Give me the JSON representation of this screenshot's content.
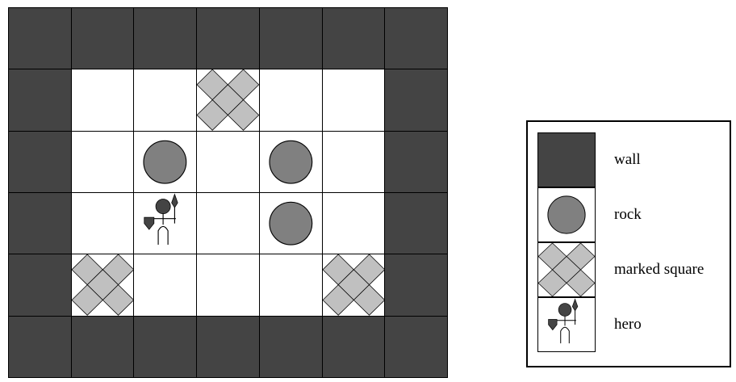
{
  "board": {
    "rows": [
      [
        "wall",
        "wall",
        "wall",
        "wall",
        "wall",
        "wall",
        "wall"
      ],
      [
        "wall",
        "empty",
        "empty",
        "marked",
        "empty",
        "empty",
        "wall"
      ],
      [
        "wall",
        "empty",
        "rock",
        "empty",
        "rock",
        "empty",
        "wall"
      ],
      [
        "wall",
        "empty",
        "hero",
        "empty",
        "rock",
        "empty",
        "wall"
      ],
      [
        "wall",
        "marked",
        "empty",
        "empty",
        "empty",
        "marked",
        "wall"
      ],
      [
        "wall",
        "wall",
        "wall",
        "wall",
        "wall",
        "wall",
        "wall"
      ]
    ]
  },
  "colors": {
    "wall": "#444444",
    "floor": "#ffffff",
    "rock": "#808080",
    "marked": "#c0c0c0",
    "hero": "#444444",
    "grid": "#000000"
  },
  "legend": {
    "items": [
      {
        "type": "wall",
        "label": "wall",
        "icon": "wall-tile-icon"
      },
      {
        "type": "rock",
        "label": "rock",
        "icon": "rock-icon"
      },
      {
        "type": "marked",
        "label": "marked square",
        "icon": "marked-square-icon"
      },
      {
        "type": "hero",
        "label": "hero",
        "icon": "hero-icon"
      }
    ]
  }
}
